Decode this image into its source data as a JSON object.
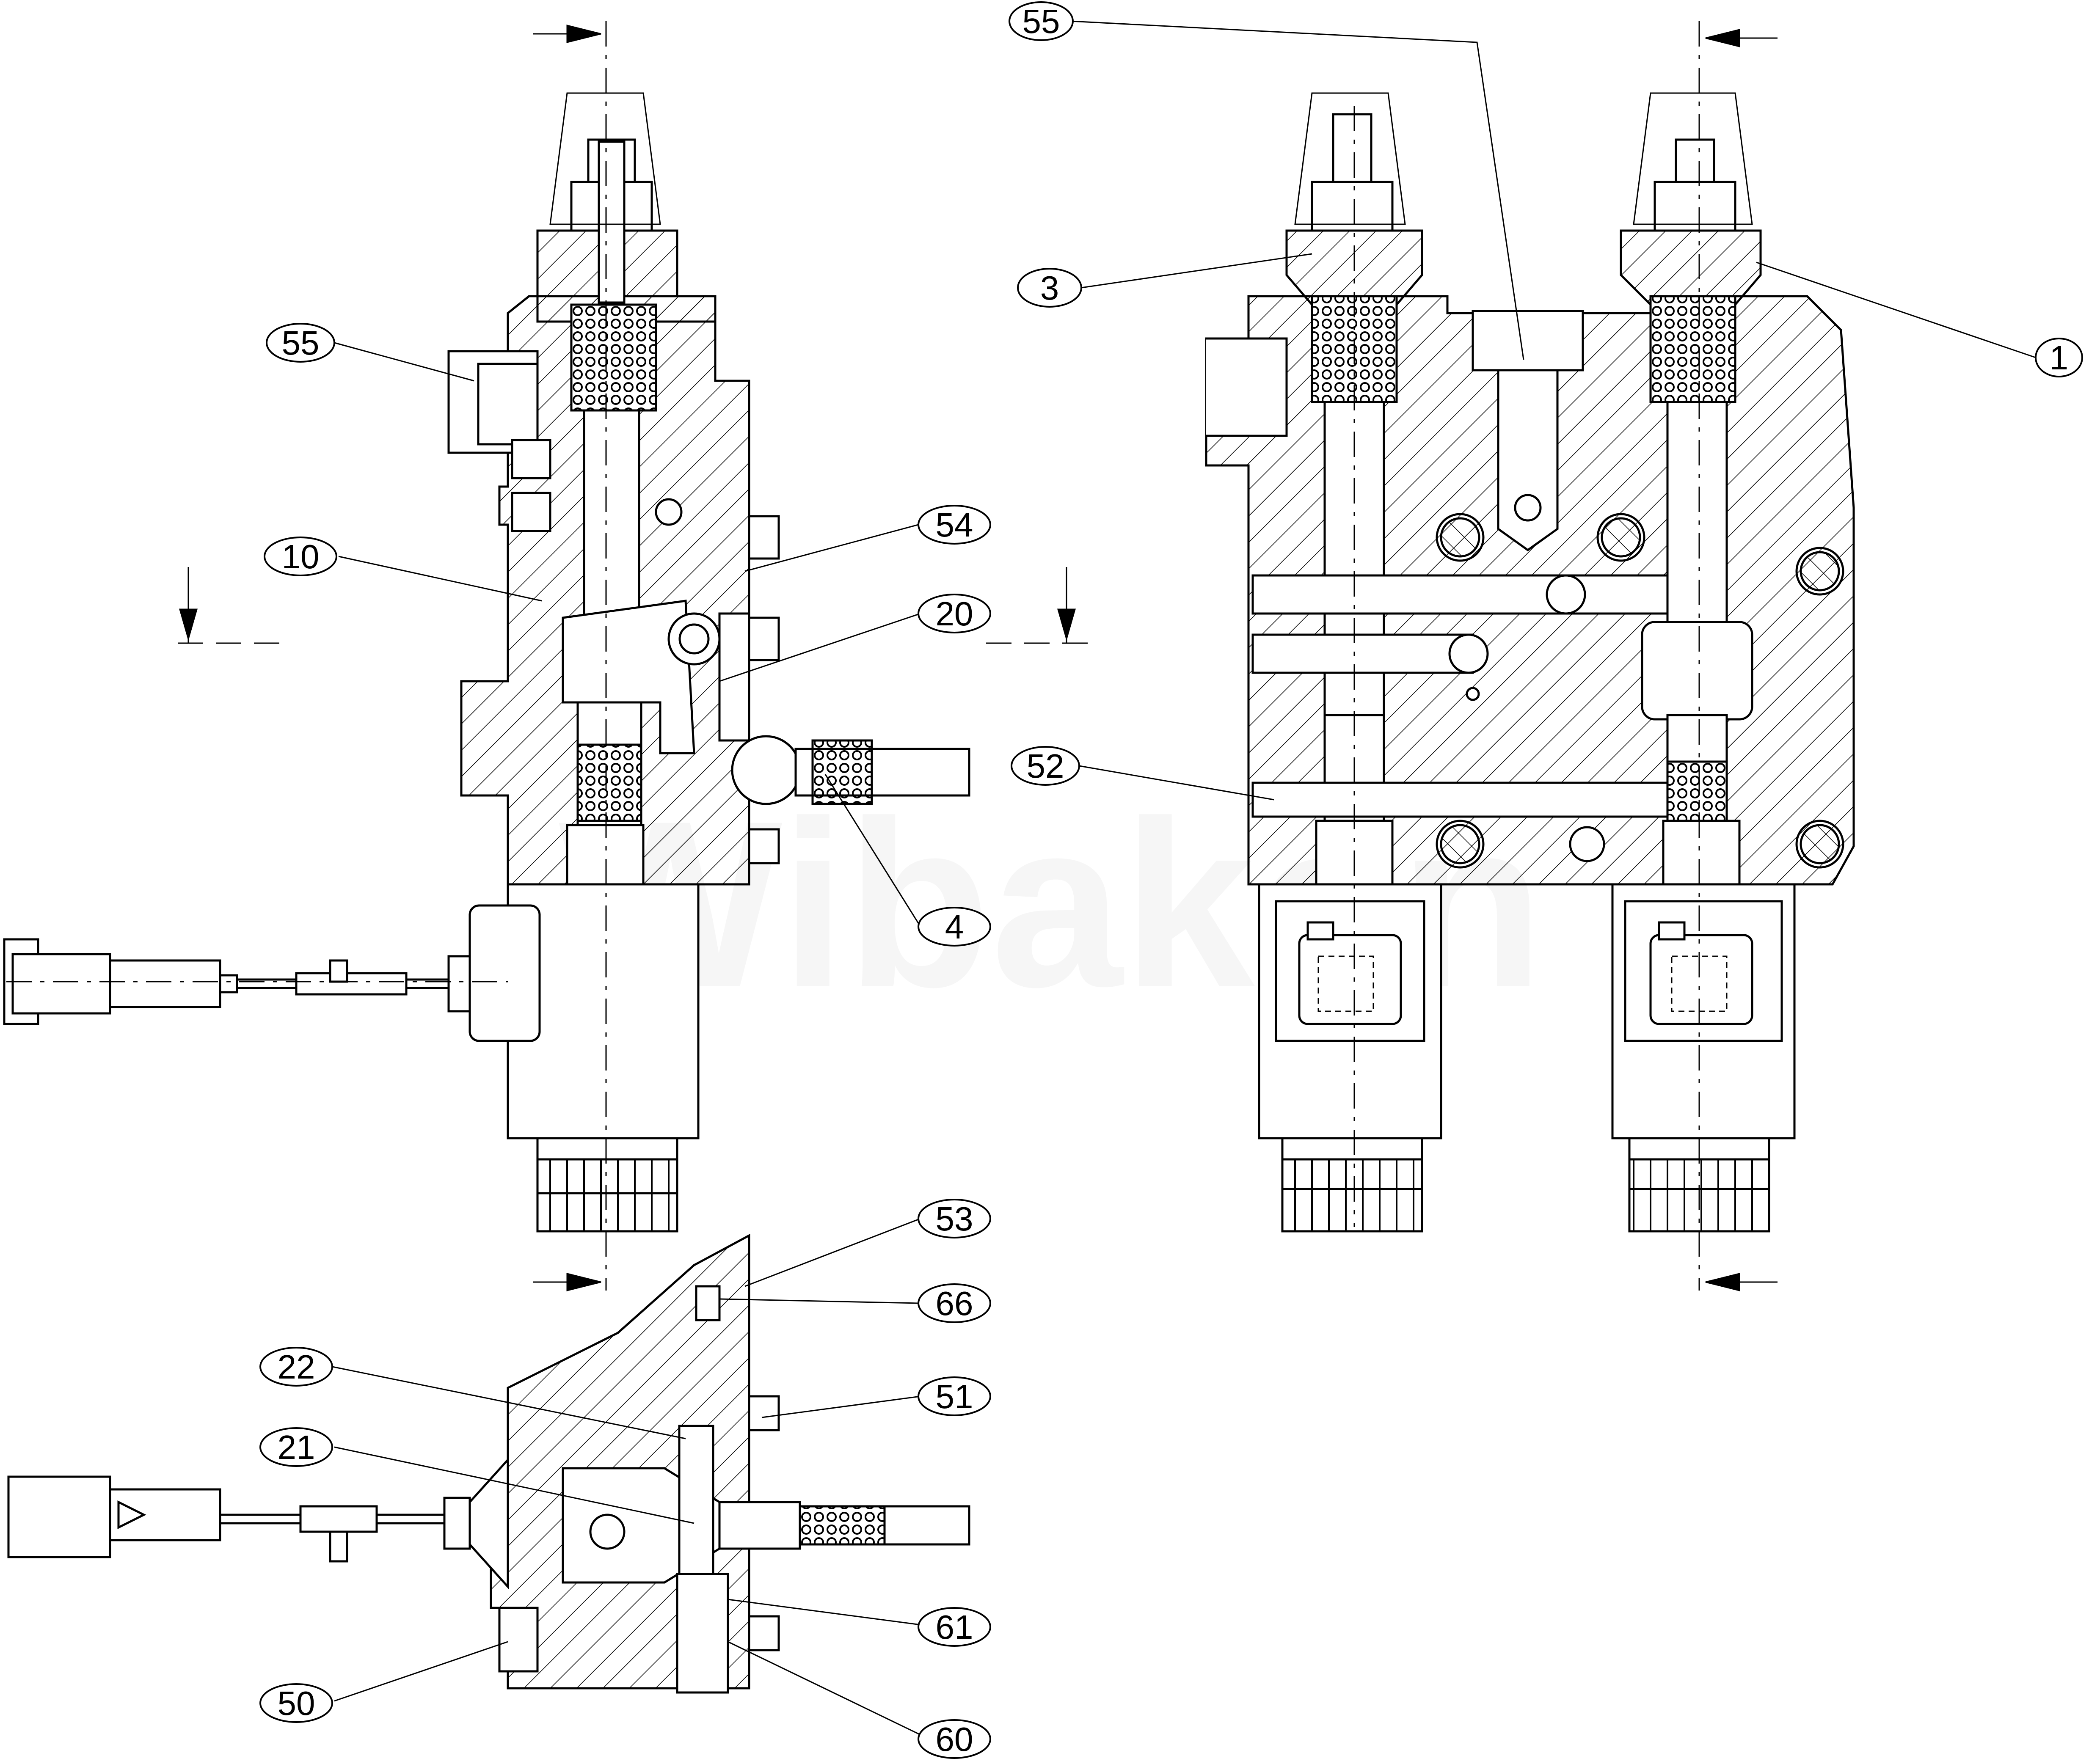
{
  "watermark": "Wibakon",
  "colors": {
    "line": "#000000",
    "background": "#ffffff",
    "hatch": "#000000"
  },
  "labels": {
    "p1": "1",
    "p3": "3",
    "p4": "4",
    "p10": "10",
    "p20": "20",
    "p21": "21",
    "p22": "22",
    "p50": "50",
    "p51": "51",
    "p52": "52",
    "p53": "53",
    "p54": "54",
    "p55a": "55",
    "p55b": "55",
    "p60": "60",
    "p61": "61",
    "p66": "66"
  }
}
